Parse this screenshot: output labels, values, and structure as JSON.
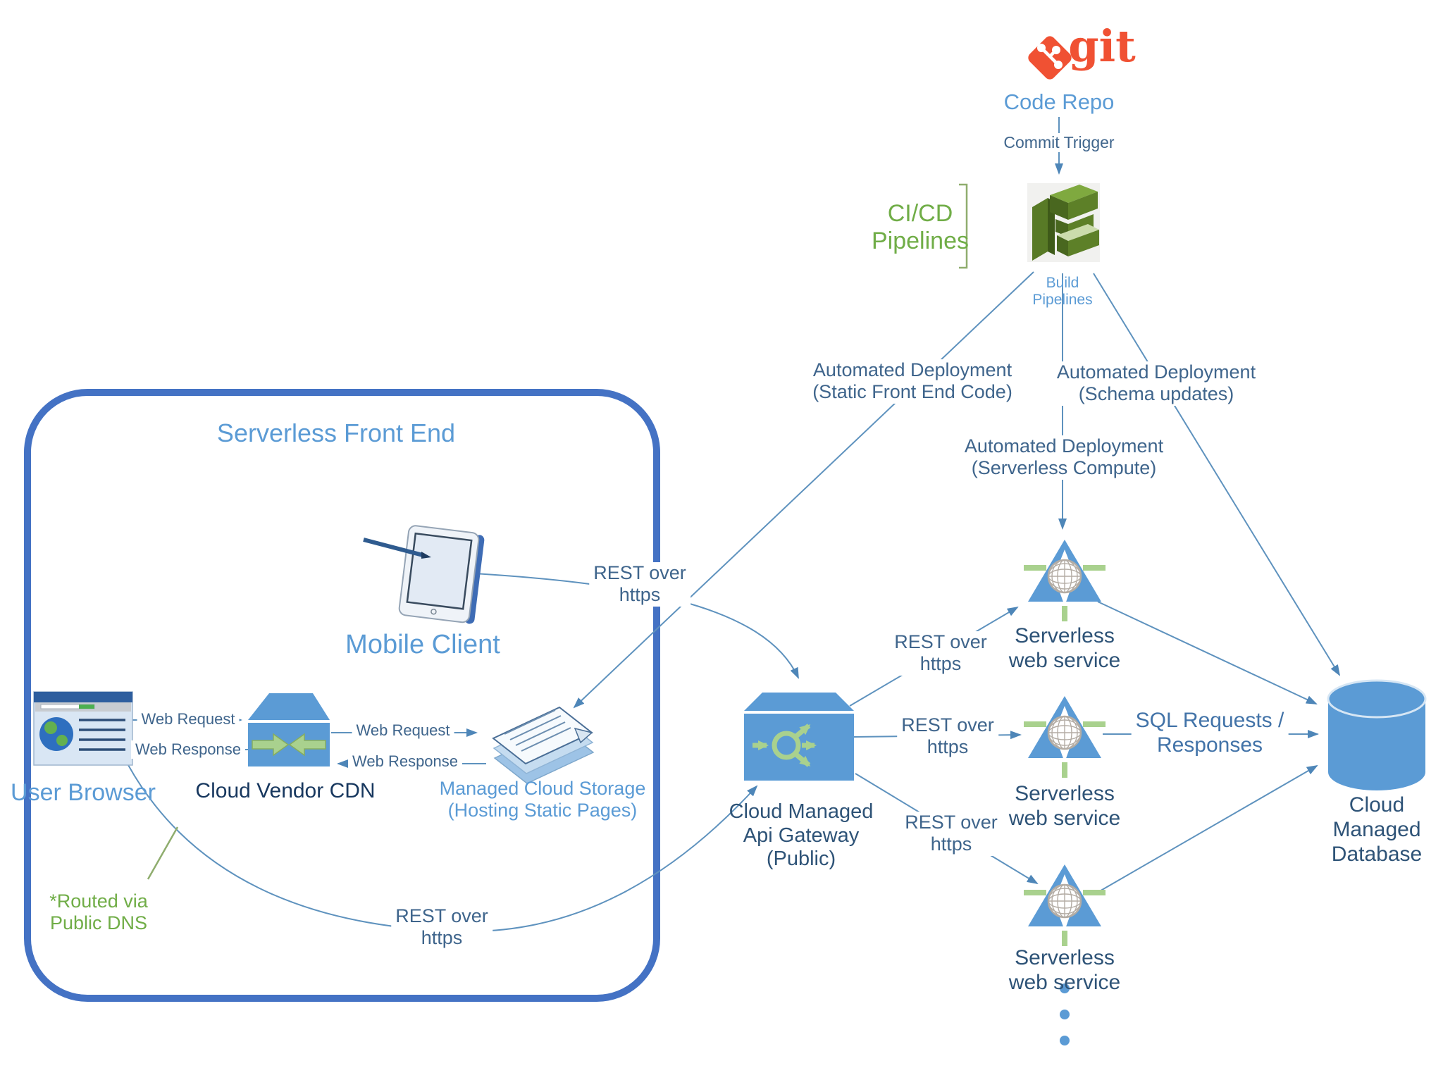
{
  "colors": {
    "box_border": "#4472C4",
    "node_fill": "#5B9BD5",
    "connector": "#5E92BE",
    "accent_green": "#A9D18E",
    "text_green": "#70AD47",
    "text_light_blue": "#5B9BD5",
    "text_slate": "#3F658C",
    "text_navy": "#2E5377",
    "git_orange": "#F05133"
  },
  "cicd_column": {
    "git_wordmark": "git",
    "code_repo_label": "Code Repo",
    "commit_trigger_label": "Commit Trigger",
    "cicd_label": "CI/CD\nPipelines",
    "build_label": "Build\nPipelines"
  },
  "deployments": {
    "static": "Automated Deployment\n(Static Front End Code)",
    "schema": "Automated Deployment\n(Schema updates)",
    "serverless": "Automated Deployment\n(Serverless Compute)"
  },
  "frontend": {
    "title": "Serverless Front End",
    "mobile": "Mobile Client",
    "browser": "User Browser",
    "cdn": "Cloud Vendor CDN",
    "storage": "Managed Cloud Storage\n(Hosting Static Pages)",
    "web_request": "Web Request",
    "web_response": "Web Response",
    "routed_dns": "*Routed via\nPublic DNS"
  },
  "backend": {
    "gateway": "Cloud Managed\nApi Gateway\n(Public)",
    "web_service": "Serverless\nweb service",
    "database": "Cloud\nManaged\nDatabase",
    "sql": "SQL Requests /\nResponses",
    "rest_https": "REST over\nhttps"
  }
}
